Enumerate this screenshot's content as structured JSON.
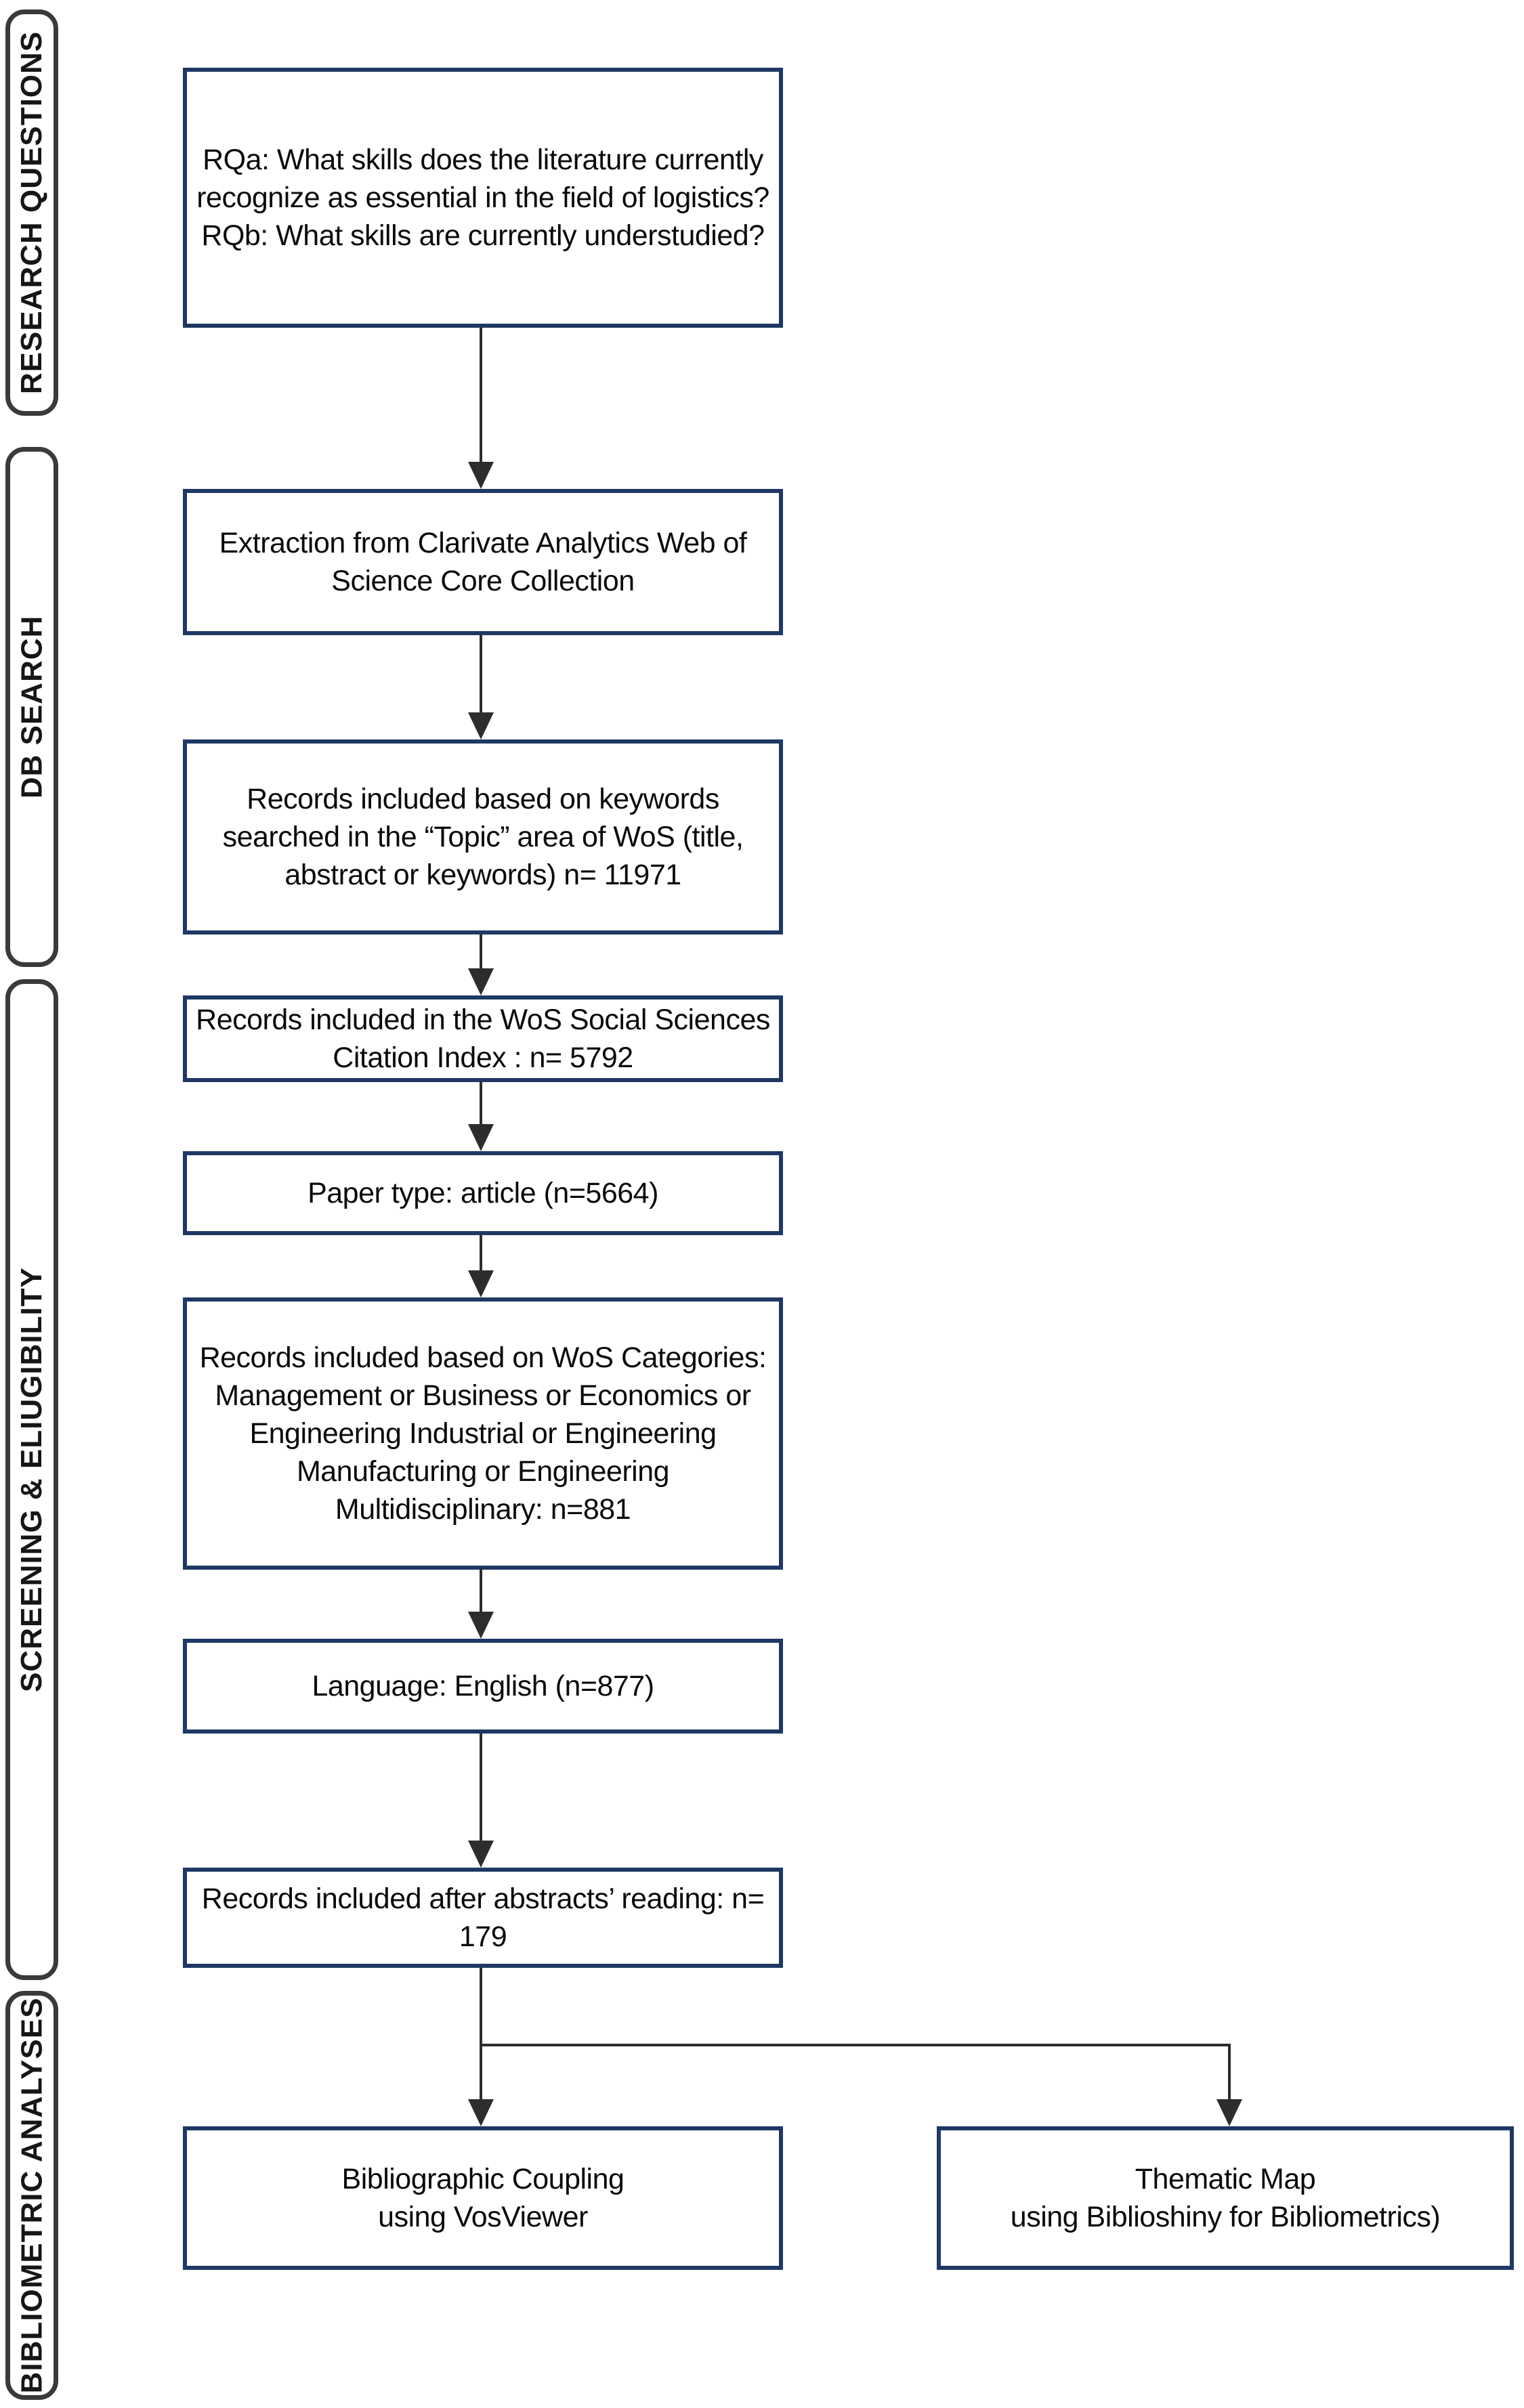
{
  "diagram": {
    "stages": [
      {
        "label": "RESEARCH QUESTIONS"
      },
      {
        "label": "DB SEARCH"
      },
      {
        "label": "SCREENING & ELIUGIBILITY"
      },
      {
        "label": "BIBLIOMETRIC ANALYSES"
      }
    ],
    "boxes": [
      {
        "id": "research-questions",
        "lines": [
          "RQa: What skills does the literature currently recognize as essential in the field of logistics?",
          "RQb: What skills are currently understudied?"
        ]
      },
      {
        "id": "extraction",
        "lines": [
          "Extraction from Clarivate Analytics Web of Science Core Collection"
        ]
      },
      {
        "id": "keywords",
        "lines": [
          "Records included based on keywords searched in the “Topic” area of WoS (title, abstract or keywords) n= 11971"
        ]
      },
      {
        "id": "ssci",
        "lines": [
          "Records included in the WoS Social Sciences Citation Index : n= 5792"
        ]
      },
      {
        "id": "paper-type",
        "lines": [
          "Paper type: article (n=5664)"
        ]
      },
      {
        "id": "categories",
        "lines": [
          "Records included based on WoS Categories: Management or Business or Economics or Engineering Industrial or Engineering Manufacturing or Engineering Multidisciplinary: n=881"
        ]
      },
      {
        "id": "language",
        "lines": [
          "Language: English (n=877)"
        ]
      },
      {
        "id": "abstracts",
        "lines": [
          "Records included after abstracts’ reading: n= 179"
        ]
      },
      {
        "id": "bibliographic-coupling",
        "lines": [
          "Bibliographic Coupling",
          "using VosViewer"
        ]
      },
      {
        "id": "thematic-map",
        "lines": [
          "Thematic Map",
          "using Biblioshiny for Bibliometrics)"
        ]
      }
    ],
    "counts": {
      "keywords_topic": 11971,
      "ssci": 5792,
      "article": 5664,
      "categories": 881,
      "english": 877,
      "after_abstracts": 179
    },
    "colors": {
      "box_border": "#1f3864",
      "stage_border": "#3a3a3a",
      "arrow": "#2d2d2d",
      "background": "#ffffff",
      "text": "#0a0a0a"
    }
  }
}
